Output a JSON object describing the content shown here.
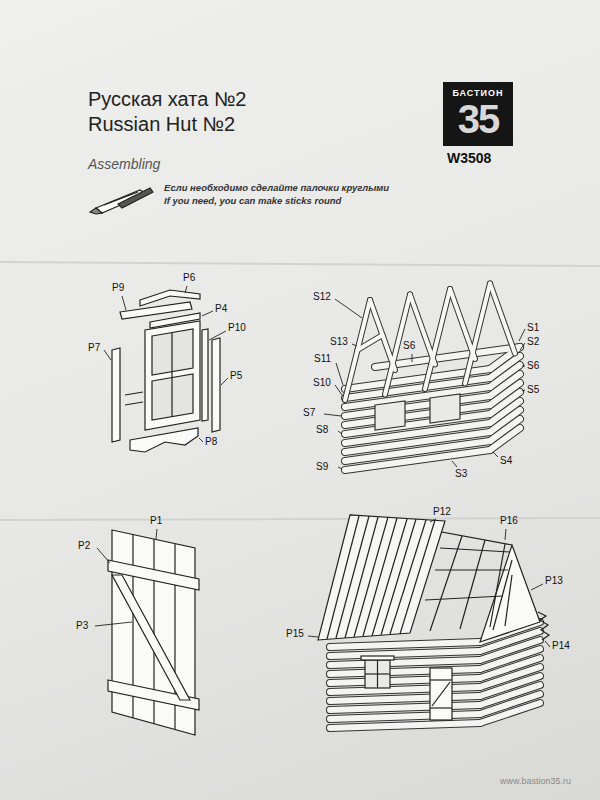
{
  "diagram": {
    "title": "Русская хата №2",
    "nodes": [
      {
        "text": [
          "БАСТИОН",
          "35"
        ]
      }
    ],
    "labels": [
      "Russian Hut №2",
      "W3508",
      "Assembling",
      "Если необходимо сделайте палочки круглыми",
      "If you need, you can make sticks round",
      "P9",
      "P6",
      "P4",
      "P10",
      "P7",
      "P5",
      "P8",
      "S12",
      "S1",
      "S2",
      "S13",
      "S11",
      "S6",
      "S6",
      "S5",
      "S10",
      "S7",
      "S8",
      "S4",
      "S9",
      "S3",
      "P2",
      "P1",
      "P3",
      "P12",
      "P16",
      "P13",
      "P15",
      "P14",
      "www.bastion35.ru"
    ]
  }
}
